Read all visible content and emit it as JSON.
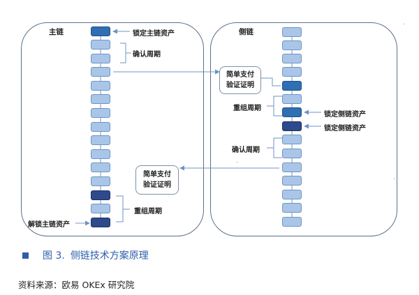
{
  "diagram": {
    "main_chain": {
      "title": "主链",
      "lock_label": "锁定主链资产",
      "confirm_label": "确认周期",
      "reorg_label": "重组周期",
      "unlock_label": "解锁主链资产",
      "spv_proof": [
        "简单支付",
        "验证证明"
      ]
    },
    "side_chain": {
      "title": "侧链",
      "spv_proof": [
        "简单支付",
        "验证证明"
      ],
      "reorg_label": "重组周期",
      "lock_label_1": "锁定侧链资产",
      "lock_label_2": "锁定侧链资产",
      "confirm_label": "确认周期"
    }
  },
  "caption": {
    "figure_label": "图 3.",
    "title": "侧链技术方案原理"
  },
  "source": "资料来源：欧易 OKEx 研究院",
  "colors": {
    "block_light": "#a9c6e8",
    "block_mid": "#2f6fb3",
    "block_dark": "#2d4a8c",
    "caption": "#2e5ea8"
  }
}
